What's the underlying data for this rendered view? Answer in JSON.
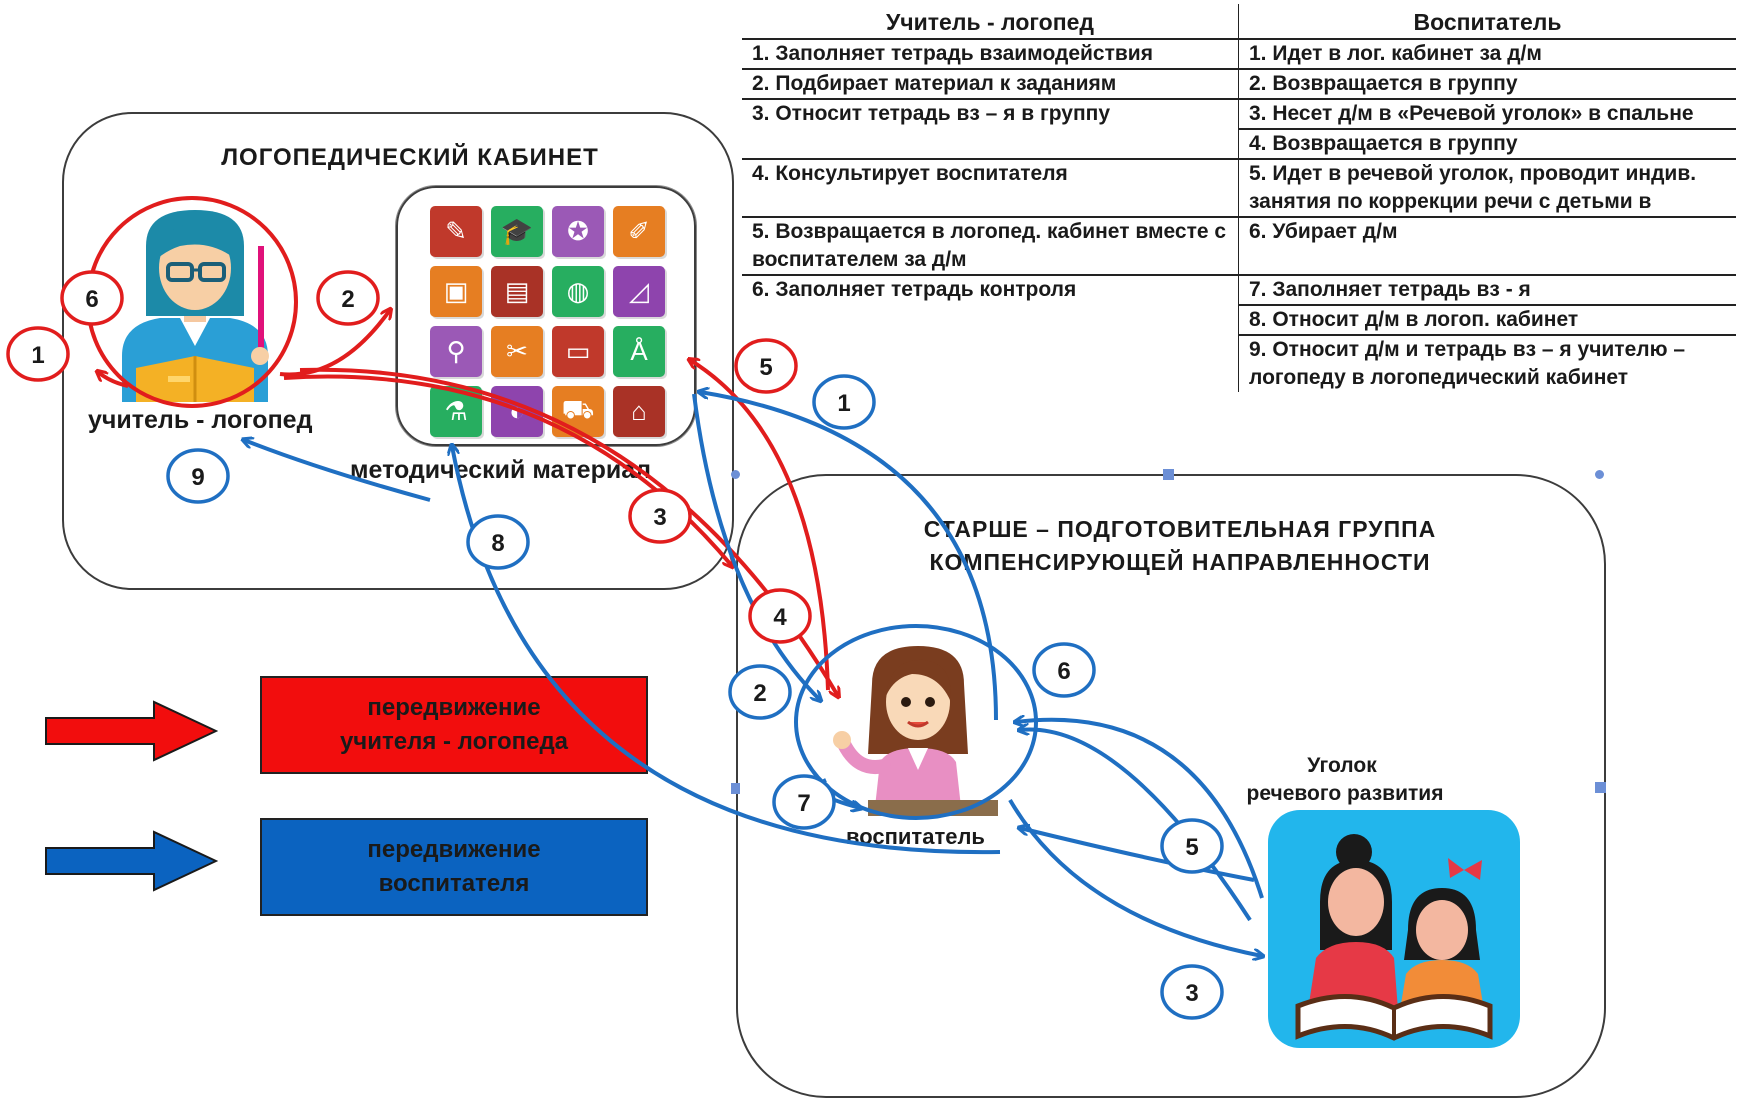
{
  "table": {
    "headers": [
      "Учитель - логопед",
      "Воспитатель"
    ],
    "rows": [
      [
        "1. Заполняет тетрадь взаимодействия",
        "1. Идет  в лог.  кабинет за д/м"
      ],
      [
        "2. Подбирает материал к заданиям",
        "2. Возвращается в группу"
      ],
      [
        "3. Относит тетрадь вз – я в группу",
        "3. Несет д/м в «Речевой уголок» в спальне"
      ],
      [
        "",
        "4. Возвращается в группу"
      ],
      [
        "4. Консультирует воспитателя",
        "5. Идет в речевой уголок, проводит индив. занятия по коррекции речи с детьми в"
      ],
      [
        "5. Возвращается в логопед. кабинет вместе с воспитателем за д/м",
        "6. Убирает д/м"
      ],
      [
        "6. Заполняет тетрадь контроля",
        "7. Заполняет тетрадь вз - я"
      ],
      [
        "",
        "8.  Относит д/м в логоп. кабинет"
      ],
      [
        "",
        "9. Относит д/м и тетрадь вз – я учителю – логопеду в логопедический кабинет"
      ]
    ]
  },
  "speech_room": {
    "title": "ЛОГОПЕДИЧЕСКИЙ КАБИНЕТ",
    "teacher_label": "учитель - логопед",
    "materials_label": "методический материал"
  },
  "group": {
    "title_line1": "СТАРШЕ – ПОДГОТОВИТЕЛЬНАЯ ГРУППА",
    "title_line2": "КОМПЕНСИРУЮЩЕЙ НАПРАВЛЕННОСТИ",
    "educator_label": "воспитатель",
    "corner_line1": "Уголок",
    "corner_line2": "речевого развития"
  },
  "legend": {
    "red_line1": "передвижение",
    "red_line2": "учителя - логопеда",
    "blue_line1": "передвижение",
    "blue_line2": "воспитателя"
  },
  "step_markers": {
    "red": [
      "1",
      "2",
      "3",
      "4",
      "5",
      "6"
    ],
    "blue": [
      "1",
      "2",
      "3",
      "5",
      "6",
      "7",
      "8",
      "9"
    ]
  },
  "colors": {
    "red": "#e11d1d",
    "blue": "#1f6fc2",
    "legend_red": "#f20d0d",
    "legend_blue": "#0b63c0"
  },
  "icons": {
    "material_tiles": [
      "vacuum-icon",
      "graduation-cap-icon",
      "award-ribbon-icon",
      "pencil-note-icon",
      "toolbox-icon",
      "book-icon",
      "globe-icon",
      "set-square-icon",
      "paperclip-icon",
      "scissors-icon",
      "id-card-icon",
      "compass-icon",
      "microscope-icon",
      "palette-icon",
      "car-icon",
      "museum-icon"
    ]
  }
}
